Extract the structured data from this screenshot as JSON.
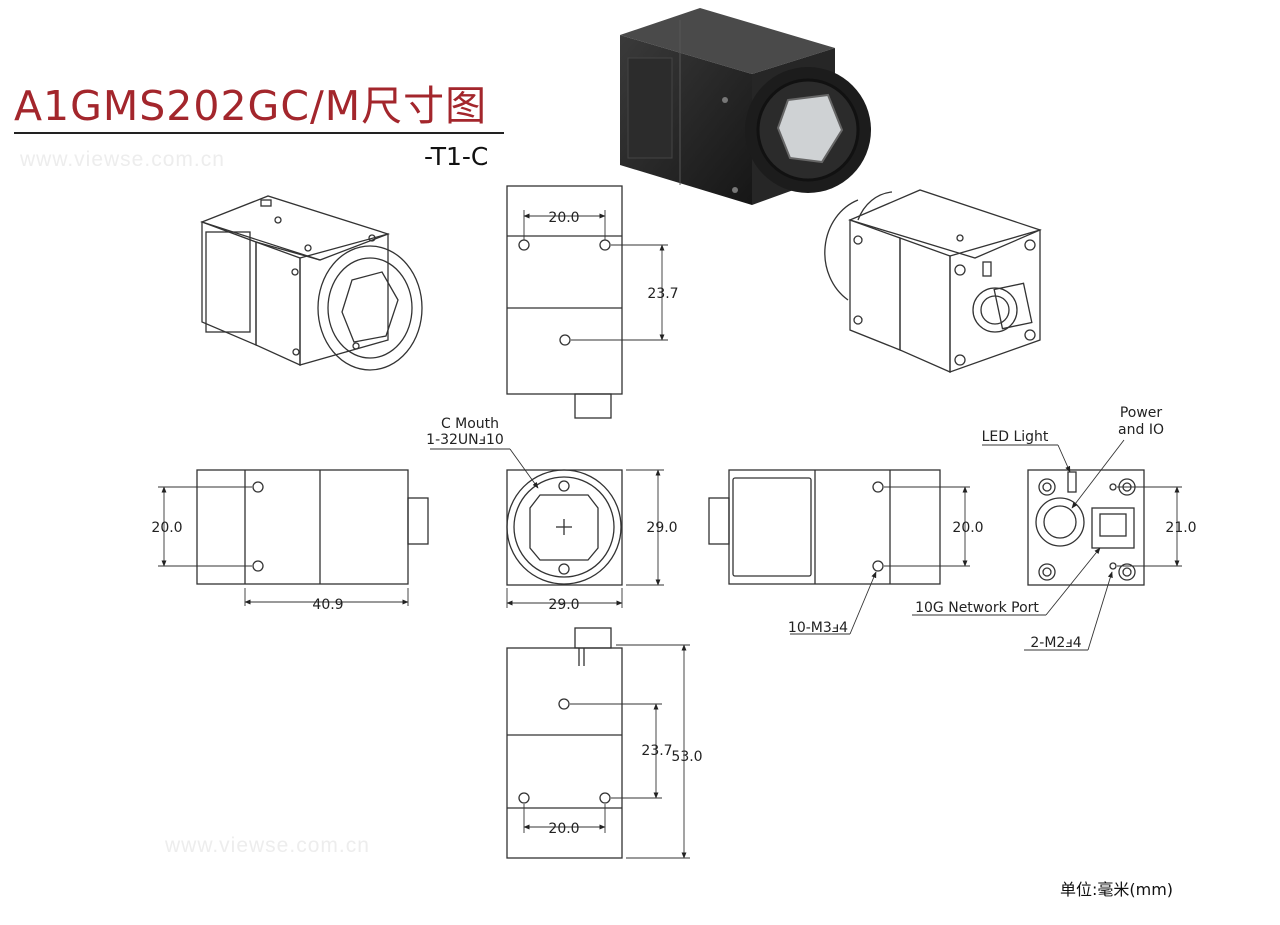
{
  "title": "A1GMS202GC/M尺寸图",
  "variant": "-T1-C",
  "watermark": "www.viewse.com.cn",
  "units_note": "单位:毫米(mm)",
  "dimensions": {
    "top_hole_spacing": "20.0",
    "top_hole_offset": "23.7",
    "side_hole_spacing": "20.0",
    "body_length": "40.9",
    "front_height": "29.0",
    "front_width": "29.0",
    "right_hole_spacing": "20.0",
    "rear_hole_spacing": "21.0",
    "bottom_hole_offset": "23.7",
    "bottom_total_length": "53.0",
    "bottom_hole_spacing": "20.0"
  },
  "callouts": {
    "c_mouth": "C Mouth",
    "thread": "1-32UNⅎ10",
    "led": "LED Light",
    "power_line1": "Power",
    "power_line2": "and IO",
    "network": "10G Network Port",
    "m2": "2-M2ⅎ4",
    "m3": "10-M3ⅎ4"
  }
}
